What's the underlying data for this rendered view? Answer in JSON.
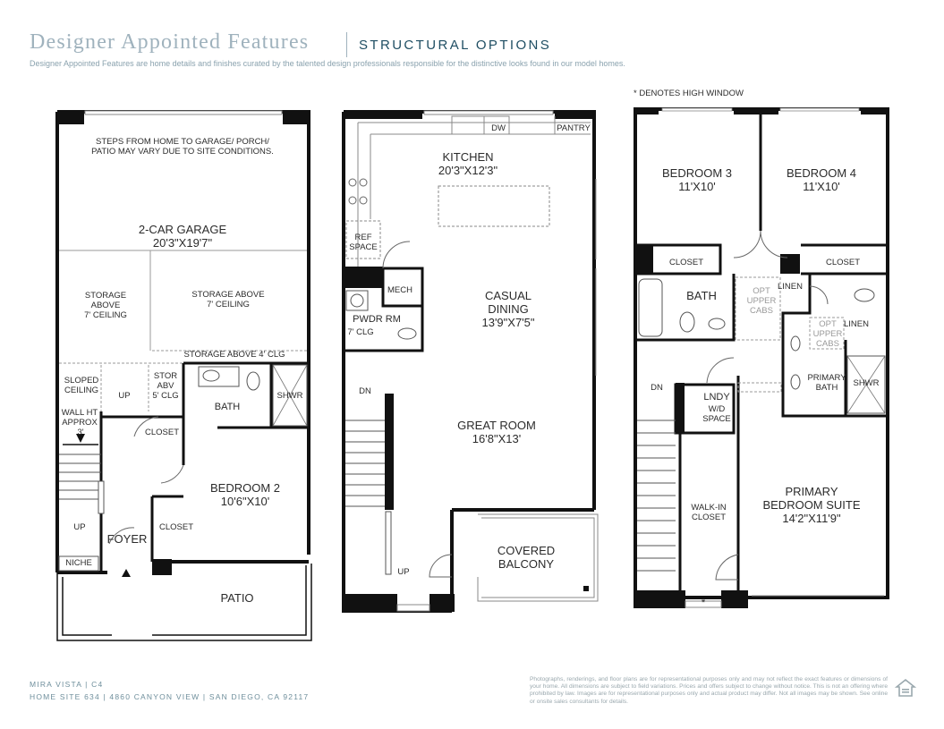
{
  "header": {
    "title": "Designer Appointed Features",
    "subtitle": "STRUCTURAL OPTIONS",
    "description": "Designer Appointed Features are home details and finishes curated by the talented design professionals responsible for the distinctive looks found in our model homes."
  },
  "floor1": {
    "garage_note": [
      "STEPS FROM HOME TO GARAGE/ PORCH/",
      "PATIO MAY VARY DUE TO SITE CONDITIONS."
    ],
    "garage_name": "2-CAR GARAGE",
    "garage_dim": "20'3\"X19'7\"",
    "storage_left": [
      "STORAGE",
      "ABOVE",
      "7' CEILING"
    ],
    "storage_right": [
      "STORAGE ABOVE",
      "7' CEILING"
    ],
    "storage_4": "STORAGE ABOVE 4' CLG",
    "sloped": [
      "SLOPED",
      "CEILING"
    ],
    "stor_abv": [
      "STOR",
      "ABV",
      "5' CLG"
    ],
    "up1": "UP",
    "up2": "UP",
    "wall_ht": [
      "WALL HT",
      "APPROX"
    ],
    "wall_ht_dim": "3'",
    "bath": "BATH",
    "shwr": "SHWR",
    "closet1": "CLOSET",
    "closet2": "CLOSET",
    "bedroom_name": "BEDROOM 2",
    "bedroom_dim": "10'6\"X10'",
    "foyer": "FOYER",
    "niche": "NICHE",
    "patio": "PATIO"
  },
  "floor2": {
    "dw": "DW",
    "pantry": "PANTRY",
    "kitchen_name": "KITCHEN",
    "kitchen_dim": "20'3\"X12'3\"",
    "ref": [
      "REF",
      "SPACE"
    ],
    "mech": "MECH",
    "pwdr": "PWDR RM",
    "pwdr_clg": "7' CLG",
    "dining_name": [
      "CASUAL",
      "DINING"
    ],
    "dining_dim": "13'9\"X7'5\"",
    "dn": "DN",
    "great_name": "GREAT ROOM",
    "great_dim": "16'8\"X13'",
    "balcony": [
      "COVERED",
      "BALCONY"
    ],
    "up": "UP"
  },
  "floor3": {
    "note": "* DENOTES HIGH WINDOW",
    "bed3_name": "BEDROOM 3",
    "bed3_dim": "11'X10'",
    "bed4_name": "BEDROOM 4",
    "bed4_dim": "11'X10'",
    "closet_left": "CLOSET",
    "closet_right": "CLOSET",
    "bath": "BATH",
    "opt_upper1": [
      "OPT",
      "UPPER",
      "CABS"
    ],
    "linen1": "LINEN",
    "opt_upper2": [
      "OPT",
      "UPPER",
      "CABS"
    ],
    "linen2": "LINEN",
    "primary_bath": [
      "PRIMARY",
      "BATH"
    ],
    "shwr": "SHWR",
    "dn": "DN",
    "lndy": "LNDY",
    "lndy_sub": [
      "W/D",
      "SPACE"
    ],
    "walkin": [
      "WALK-IN",
      "CLOSET"
    ],
    "suite_name": [
      "PRIMARY",
      "BEDROOM SUITE"
    ],
    "suite_dim": "14'2\"X11'9\"",
    "star": "*"
  },
  "footer": {
    "line1": "MIRA VISTA | C4",
    "line2": "HOME SITE 634 | 4860 CANYON VIEW | SAN DIEGO, CA 92117",
    "disclaimer": "Photographs, renderings, and floor plans are for representational purposes only and may not reflect the exact features or dimensions of your home. All dimensions are subject to field variations. Prices and offers subject to change without notice. This is not an offering where prohibited by law. Images are for representational purposes only and actual product may differ. Not all images may be shown. See online or onsite sales consultants for details."
  },
  "colors": {
    "title": "#9fb2bd",
    "subtitle": "#1f4e63",
    "wall": "#111111",
    "fixture": "#555555"
  },
  "icons": [
    "equal-housing-icon",
    "entry-arrow-icon",
    "down-arrow-icon",
    "high-window-star"
  ]
}
